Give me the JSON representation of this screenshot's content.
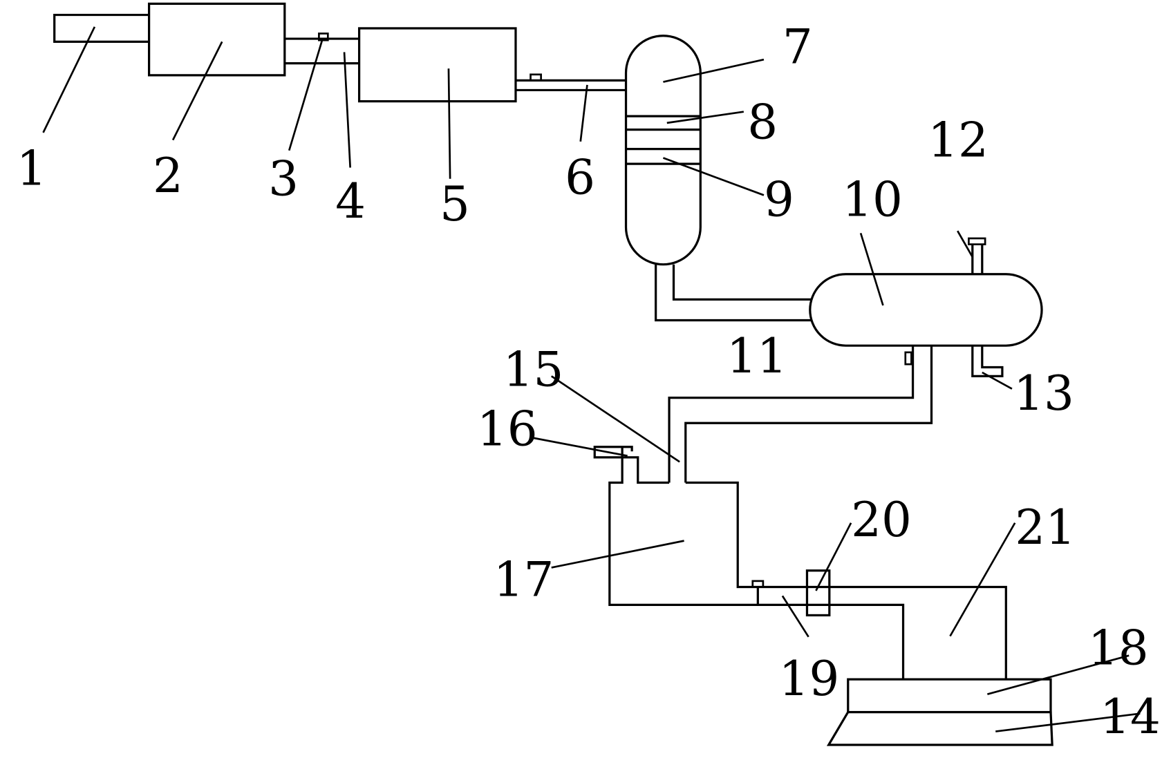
{
  "labels": [
    "1",
    "2",
    "3",
    "4",
    "5",
    "6",
    "7",
    "8",
    "9",
    "10",
    "11",
    "12",
    "13",
    "14",
    "15",
    "16",
    "17",
    "18",
    "19",
    "20",
    "21"
  ],
  "colors": {
    "line": "#000000",
    "background": "#ffffff"
  }
}
